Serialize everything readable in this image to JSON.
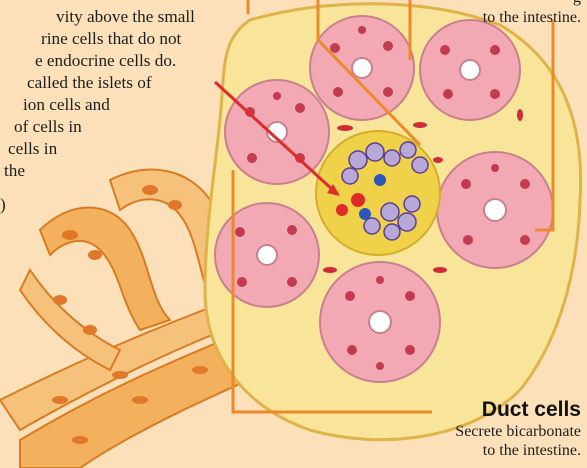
{
  "intro_lines": [
    "vity above the small",
    "rine cells that do not",
    "e endocrine cells do.",
    "called the islets of",
    "ion cells and",
    "of cells in",
    "cells in",
    "the",
    ")"
  ],
  "top_label": {
    "partial_line": "to the intestine.",
    "clipped_line": "g"
  },
  "duct_cells": {
    "title": "Duct cells",
    "line1": "Secrete bicarbonate",
    "line2": "to the intestine."
  },
  "colors": {
    "background": "#fbe0ba",
    "capsule": "#f8e59a",
    "acinus": "#f3a9b4",
    "acinus_cell_border": "#c9808e",
    "nucleus": "#c43b4f",
    "islet": "#f0d24a",
    "islet_cell": "#b8a8d8",
    "callout_line": "#ec8a2a",
    "red_line": "#e02b2b",
    "duct": "#ef9a3a"
  }
}
